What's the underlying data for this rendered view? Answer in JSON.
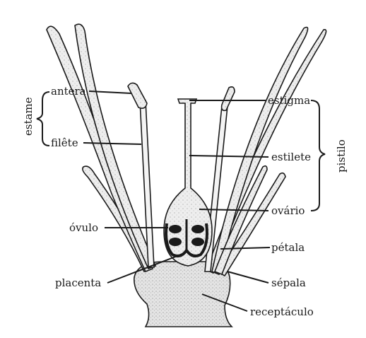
{
  "diagram": {
    "colors": {
      "ink": "#1a1a1a",
      "fill_light": "#ececec",
      "fill_medium": "#dedede",
      "background": "#ffffff"
    },
    "labels": {
      "antera": "antera",
      "filete": "filête",
      "estame": "estame",
      "estigma": "estigma",
      "estilete": "estilete",
      "pistilo": "pistilo",
      "ovario": "ovário",
      "ovulo": "óvulo",
      "petala": "pétala",
      "placenta": "placenta",
      "sepala": "sépala",
      "receptaculo": "receptáculo"
    }
  }
}
